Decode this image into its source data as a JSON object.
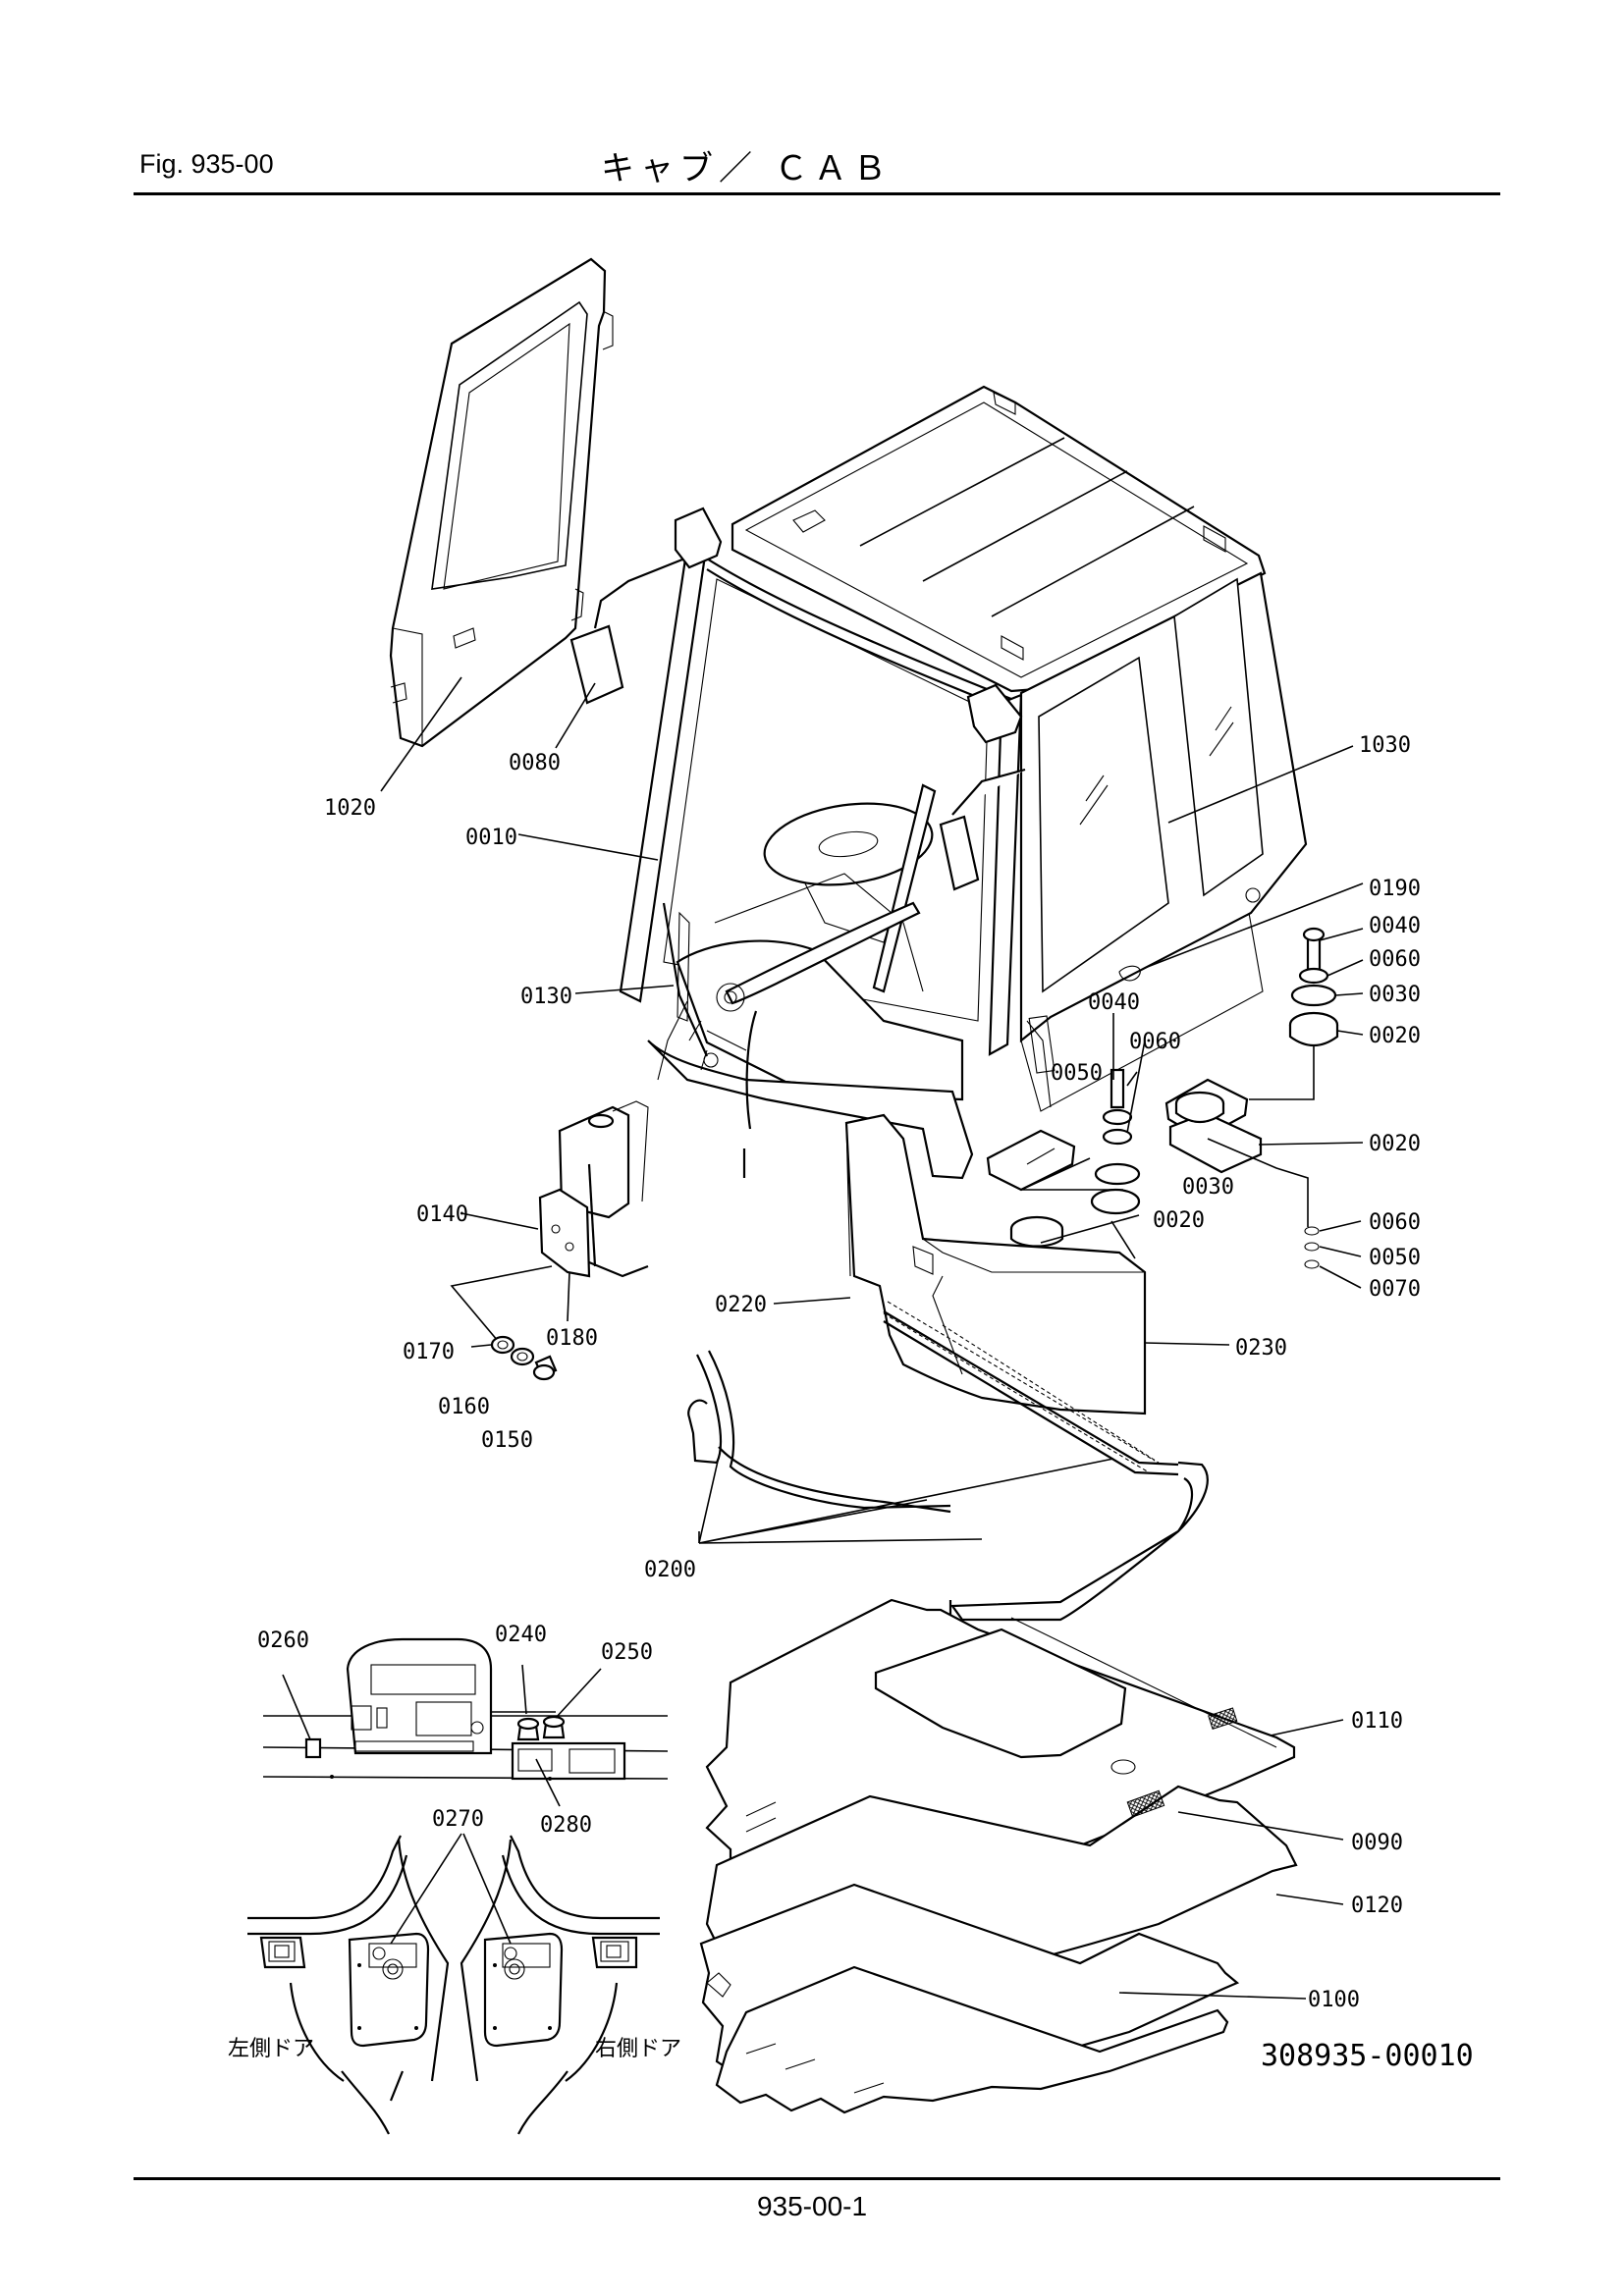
{
  "header": {
    "figure_number": "Fig.  935-00",
    "title": "キャブ／ ＣＡＢ"
  },
  "footer": {
    "page_number": "935-00-1"
  },
  "drawing": {
    "drawing_number": "308935-00010",
    "side_labels": {
      "left_door": "左側ドア",
      "right_door": "右側ドア"
    },
    "callouts": {
      "c1020": "1020",
      "c0080": "0080",
      "c0010": "0010",
      "c1030": "1030",
      "c0190": "0190",
      "c0040a": "0040",
      "c0060a": "0060",
      "c0030a": "0030",
      "c0020a": "0020",
      "c0130": "0130",
      "c0040b": "0040",
      "c0060b": "0060",
      "c0050a": "0050",
      "c0020b": "0020",
      "c0030b": "0030",
      "c0020c": "0020",
      "c0060c": "0060",
      "c0050b": "0050",
      "c0070": "0070",
      "c0140": "0140",
      "c0180": "0180",
      "c0170": "0170",
      "c0160": "0160",
      "c0150": "0150",
      "c0220": "0220",
      "c0230": "0230",
      "c0200": "0200",
      "c0260": "0260",
      "c0240": "0240",
      "c0250": "0250",
      "c0280": "0280",
      "c0270": "0270",
      "c0110": "0110",
      "c0090": "0090",
      "c0120": "0120",
      "c0100": "0100"
    }
  }
}
